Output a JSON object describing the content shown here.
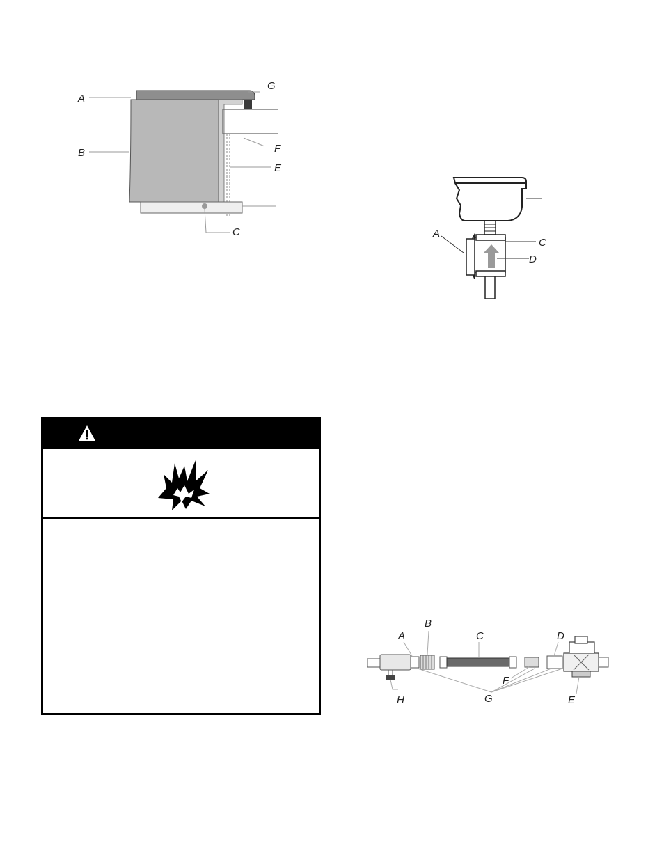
{
  "figure_top": {
    "labels": {
      "a": "A",
      "b": "B",
      "c": "C",
      "e": "E",
      "f": "F",
      "g": "G"
    }
  },
  "figure_right": {
    "labels": {
      "a": "A",
      "c": "C",
      "d": "D"
    }
  },
  "figure_bottom": {
    "labels": {
      "a": "A",
      "b": "B",
      "c": "C",
      "d": "D",
      "e": "E",
      "f": "F",
      "g": "G",
      "h": "H"
    }
  },
  "warning": {
    "header_icon": "warning-triangle-icon",
    "symbol_icon": "explosion-icon",
    "colors": {
      "header_bg": "#000000",
      "header_fg": "#ffffff"
    }
  }
}
